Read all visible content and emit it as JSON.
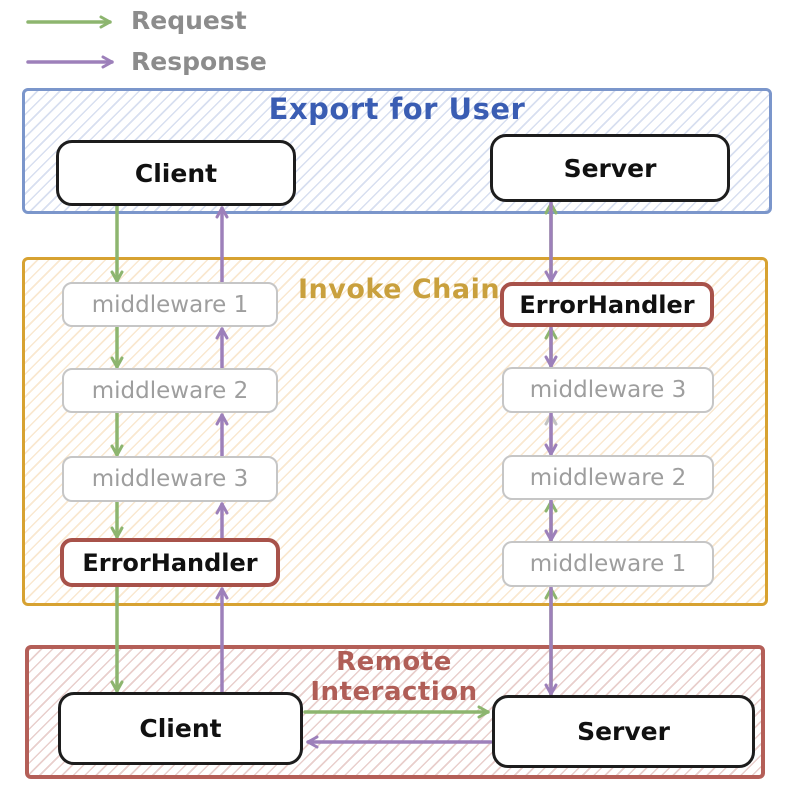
{
  "legend": {
    "request_label": "Request",
    "response_label": "Response"
  },
  "sections": {
    "export": {
      "title": "Export for User",
      "client": "Client",
      "server": "Server"
    },
    "invoke": {
      "title": "Invoke Chain",
      "left_chain": [
        "middleware 1",
        "middleware 2",
        "middleware 3",
        "ErrorHandler"
      ],
      "right_chain": [
        "ErrorHandler",
        "middleware 3",
        "middleware 2",
        "middleware 1"
      ]
    },
    "remote": {
      "title_line1": "Remote",
      "title_line2": "Interaction",
      "client": "Client",
      "server": "Server"
    }
  },
  "colors": {
    "request_green": "#8db56f",
    "response_purple": "#9d80ba",
    "neutral_gray": "#c2c2c2",
    "export_blue": "#7b96cb",
    "export_title_blue": "#3a5db3",
    "invoke_gold": "#d7a231",
    "invoke_title_gold": "#c9a03d",
    "remote_red": "#b45f58",
    "remote_title_red": "#b05e57",
    "errorhandler_red": "#a8524a",
    "mw_border": "#c6c6c6",
    "mw_text": "#9e9e9e",
    "node_black": "#1d1d1d",
    "legend_gray": "#8c8c8c"
  },
  "edges": [
    {
      "from": "client_top",
      "to": "middleware_L1",
      "type": "request"
    },
    {
      "from": "middleware_L1",
      "to": "middleware_L2",
      "type": "request"
    },
    {
      "from": "middleware_L2",
      "to": "middleware_L3",
      "type": "request"
    },
    {
      "from": "middleware_L3",
      "to": "errorhandler_left",
      "type": "request"
    },
    {
      "from": "errorhandler_left",
      "to": "client_bottom",
      "type": "request"
    },
    {
      "from": "client_bottom",
      "to": "server_bottom",
      "type": "request"
    },
    {
      "from": "server_bottom",
      "to": "middleware_R1",
      "type": "request"
    },
    {
      "from": "middleware_R1",
      "to": "middleware_R2",
      "type": "request"
    },
    {
      "from": "middleware_R2",
      "to": "middleware_R3",
      "type": "neutral"
    },
    {
      "from": "middleware_R3",
      "to": "errorhandler_right",
      "type": "request"
    },
    {
      "from": "errorhandler_right",
      "to": "server_top",
      "type": "request"
    },
    {
      "from": "server_top",
      "to": "errorhandler_right",
      "type": "response"
    },
    {
      "from": "errorhandler_right",
      "to": "middleware_R3",
      "type": "response"
    },
    {
      "from": "middleware_R3",
      "to": "middleware_R2",
      "type": "response"
    },
    {
      "from": "middleware_R2",
      "to": "middleware_R1",
      "type": "response"
    },
    {
      "from": "middleware_R1",
      "to": "server_bottom",
      "type": "response"
    },
    {
      "from": "server_bottom",
      "to": "client_bottom",
      "type": "response"
    },
    {
      "from": "client_bottom",
      "to": "errorhandler_left",
      "type": "response"
    },
    {
      "from": "errorhandler_left",
      "to": "middleware_L3",
      "type": "response"
    },
    {
      "from": "middleware_L3",
      "to": "middleware_L2",
      "type": "response"
    },
    {
      "from": "middleware_L2",
      "to": "middleware_L1",
      "type": "response"
    },
    {
      "from": "middleware_L1",
      "to": "client_top",
      "type": "response"
    }
  ]
}
